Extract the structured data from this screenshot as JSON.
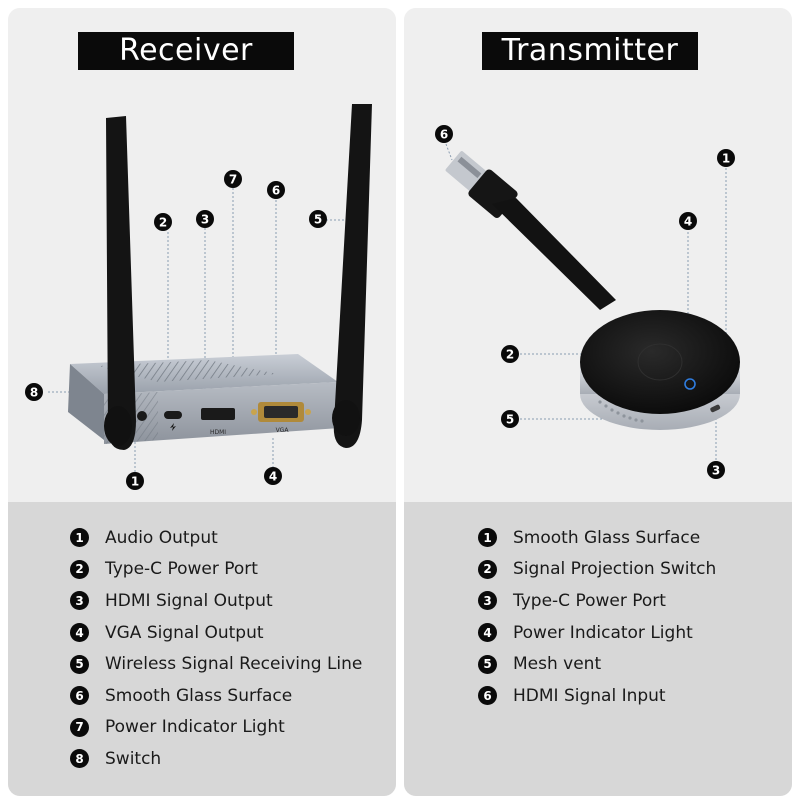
{
  "receiver": {
    "title": "Receiver",
    "port_labels": {
      "hdmi": "HDMI",
      "vga": "VGA"
    },
    "callouts": [
      "1",
      "2",
      "3",
      "4",
      "5",
      "6",
      "7",
      "8"
    ],
    "items": [
      {
        "num": "1",
        "label": "Audio Output"
      },
      {
        "num": "2",
        "label": "Type-C Power Port"
      },
      {
        "num": "3",
        "label": "HDMI Signal Output"
      },
      {
        "num": "4",
        "label": "VGA Signal Output"
      },
      {
        "num": "5",
        "label": "Wireless Signal Receiving Line"
      },
      {
        "num": "6",
        "label": "Smooth Glass Surface"
      },
      {
        "num": "7",
        "label": "Power Indicator Light"
      },
      {
        "num": "8",
        "label": "Switch"
      }
    ]
  },
  "transmitter": {
    "title": "Transmitter",
    "callouts": [
      "1",
      "2",
      "3",
      "4",
      "5",
      "6"
    ],
    "items": [
      {
        "num": "1",
        "label": "Smooth Glass Surface"
      },
      {
        "num": "2",
        "label": "Signal Projection Switch"
      },
      {
        "num": "3",
        "label": "Type-C Power Port"
      },
      {
        "num": "4",
        "label": "Power Indicator Light"
      },
      {
        "num": "5",
        "label": "Mesh vent"
      },
      {
        "num": "6",
        "label": "HDMI Signal Input"
      }
    ]
  },
  "colors": {
    "panel_top": "#efefef",
    "panel_bottom": "#d7d7d7",
    "title_bg": "#0a0a0a",
    "indicator_blue": "#2f7de0"
  }
}
